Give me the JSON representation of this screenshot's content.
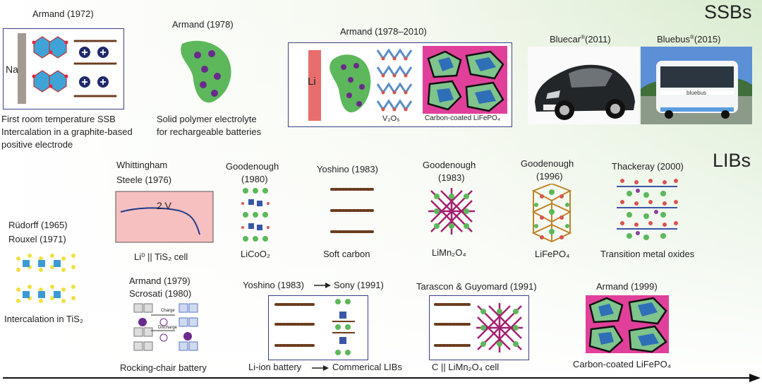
{
  "headers": {
    "ssb": "SSBs",
    "lib": "LIBs"
  },
  "ssb": {
    "armand1972": {
      "title": "Armand (1972)",
      "label": "Na",
      "caption_lines": [
        "First room temperature SSB",
        "Intercalation in a graphite-based",
        "positive electrode"
      ]
    },
    "armand1978": {
      "title": "Armand (1978)",
      "caption_lines": [
        "Solid polymer electrolyte",
        "for rechargeable batteries"
      ]
    },
    "armand1978_2010": {
      "title": "Armand (1978–2010)",
      "label": "Li",
      "v2o5": "V₂O₅",
      "lifepo4": "Carbon-coated LiFePO₄"
    },
    "bluecar": {
      "name": "Bluecar",
      "reg": "®",
      "year": "(2011)"
    },
    "bluebus": {
      "name": "Bluebus",
      "reg": "®",
      "year": "(2015)",
      "bus_sign": "bluebus"
    }
  },
  "lib": {
    "rudorff": {
      "line1": "Rüdorff  (1965)",
      "line2": "Rouxel  (1971)",
      "caption": "Intercalation in TiS₂"
    },
    "whittingham": {
      "line1": "Whittingham",
      "line2": "Steele  (1976)",
      "voltage": "2 V",
      "caption": "Li⁰ || TiS₂ cell"
    },
    "armand1979": {
      "line1": "Armand (1979)",
      "line2": "Scrosati (1980)",
      "charge": "Charge",
      "discharge": "Discharge",
      "caption": "Rocking-chair battery"
    },
    "goodenough1980": {
      "line1": "Goodenough",
      "line2": "(1980)",
      "caption": "LiCoO₂"
    },
    "yoshino1983": {
      "title": "Yoshino (1983)",
      "caption": "Soft carbon"
    },
    "goodenough1983": {
      "line1": "Goodenough",
      "line2": "(1983)",
      "caption": "LiMn₂O₄"
    },
    "goodenough1996": {
      "line1": "Goodenough",
      "line2": "(1996)",
      "caption": "LiFePO₄"
    },
    "thackeray": {
      "title": "Thackeray (2000)",
      "caption": "Transition metal oxides"
    },
    "sony": {
      "from": "Yoshino (1983)",
      "to": "Sony (1991)",
      "cap_from": "Li-ion battery",
      "cap_to": "Commerical LIBs"
    },
    "tarascon": {
      "title": "Tarascon & Guyomard (1991)",
      "caption": "C || LiMn₂O₄ cell"
    },
    "armand1999": {
      "title": "Armand (1999)",
      "caption": "Carbon-coated LiFePO₄"
    }
  }
}
